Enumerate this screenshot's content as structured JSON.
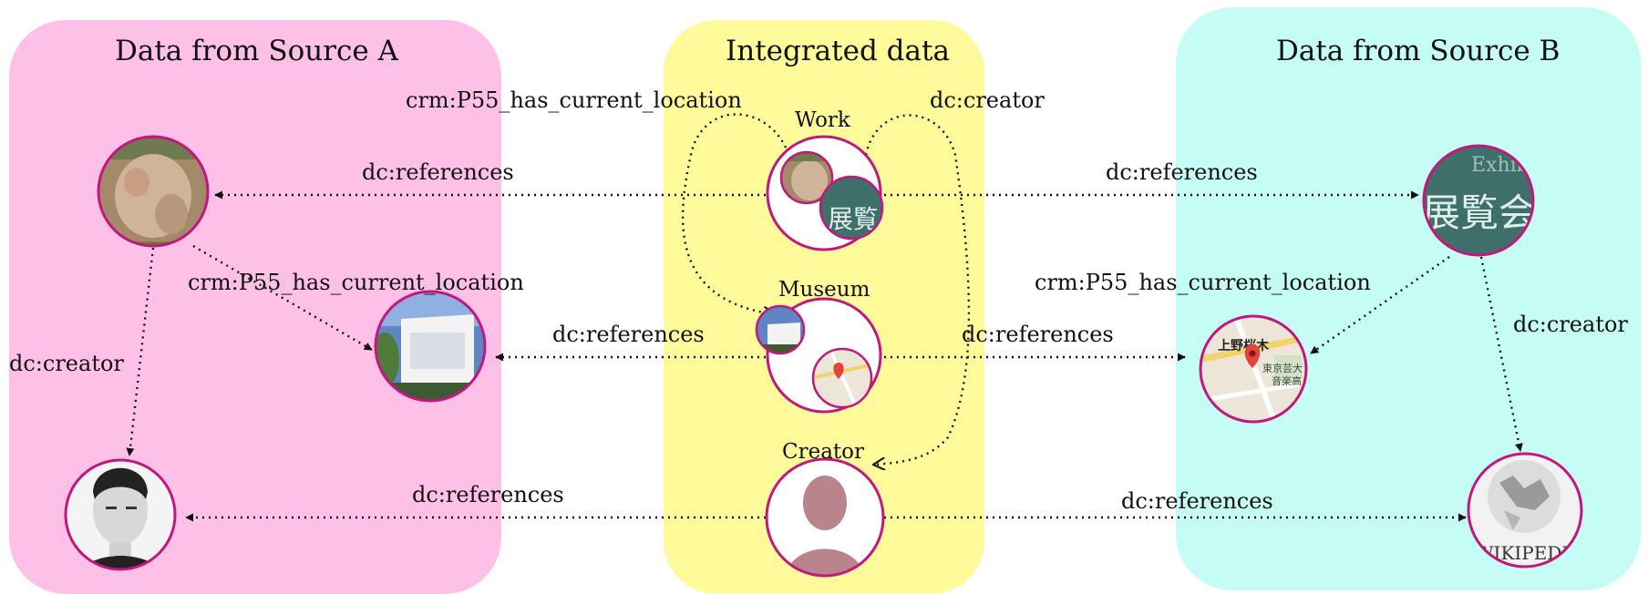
{
  "panels": {
    "source_a": {
      "title": "Data from Source A",
      "color": "#ffc0e8"
    },
    "integrated": {
      "title": "Integrated data",
      "color": "#fffb9b"
    },
    "source_b": {
      "title": "Data from Source B",
      "color": "#c5fcf4"
    }
  },
  "nodes": {
    "work": {
      "label": "Work"
    },
    "museum": {
      "label": "Museum"
    },
    "creator": {
      "label": "Creator"
    }
  },
  "images": {
    "exhibition_text": "Exhibition",
    "exhibition_kanji": "展覧会",
    "map_place_name": "上野桜木",
    "map_university": "東京芸大",
    "map_hall": "音楽高",
    "wiki_text": "WIKIPEDI"
  },
  "edges": {
    "top_p55": "crm:P55_has_current_location",
    "top_creator": "dc:creator",
    "a_references_work": "dc:references",
    "b_references_work": "dc:references",
    "a_p55": "crm:P55_has_current_location",
    "b_p55": "crm:P55_has_current_location",
    "a_references_museum": "dc:references",
    "b_references_museum": "dc:references",
    "a_creator": "dc:creator",
    "b_creator": "dc:creator",
    "a_references_creator": "dc:references",
    "b_references_creator": "dc:references"
  },
  "colors": {
    "node_border": "#c2177e",
    "edge": "#111111",
    "person_silhouette": "#b9848c"
  }
}
